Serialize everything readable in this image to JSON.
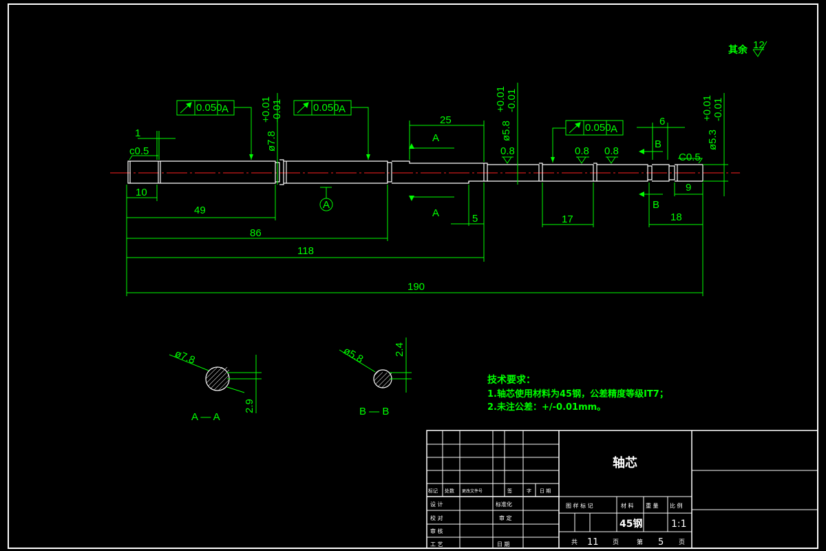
{
  "colors": {
    "background": "#000000",
    "outline": "#ffffff",
    "annotation": "#00ff00",
    "centerline": "#ff2020"
  },
  "icons": [
    "roughness-symbol-icon",
    "datum-symbol-icon",
    "runout-arrow-icon",
    "section-arrow-icon",
    "hatch-pattern-icon"
  ],
  "roughness_note": {
    "label": "其余",
    "value": "12"
  },
  "dimensions": {
    "chamfer_left": "c0.5",
    "width_1": "1",
    "len_10": "10",
    "len_49": "49",
    "len_86": "86",
    "len_118": "118",
    "len_190": "190",
    "len_25": "25",
    "len_5": "5",
    "len_17": "17",
    "len_18": "18",
    "len_9": "9",
    "len_6": "6",
    "chamfer_right": "C0.5",
    "dia_1": "ø7.8",
    "dia_1_tol_up": "+0.01",
    "dia_1_tol_down": "-0.01",
    "dia_2": "ø5.8",
    "dia_2_tol_up": "+0.01",
    "dia_2_tol_down": "-0.01",
    "dia_3": "ø5.3",
    "dia_3_tol_up": "+0.01",
    "dia_3_tol_down": "-0.01",
    "roughness_1": "0.8",
    "roughness_2": "0.8",
    "roughness_3": "0.8"
  },
  "tolerance_frames": [
    {
      "value": "0.050",
      "datum": "A"
    },
    {
      "value": "0.050",
      "datum": "A"
    },
    {
      "value": "0.050",
      "datum": "A"
    }
  ],
  "datum_label": "A",
  "section_markers": {
    "a_top": "A",
    "a_bottom": "A",
    "b_top": "B",
    "b_bottom": "B"
  },
  "sections": {
    "aa": {
      "diameter": "ø7.8",
      "depth": "2.9",
      "title": "A — A"
    },
    "bb": {
      "diameter": "ø5.8",
      "depth": "2.4",
      "title": "B — B"
    }
  },
  "tech_requirements": {
    "heading": "技术要求：",
    "line1": "1.轴芯使用材料为45钢，公差精度等级IT7；",
    "line2": "2.未注公差：+/-0.01mm。"
  },
  "title_block": {
    "part_name": "轴芯",
    "material": "45钢",
    "scale": "1:1",
    "total_label": "共",
    "total": "11",
    "total_unit": "页",
    "sheet_label": "第",
    "sheet": "5",
    "sheet_unit": "页",
    "h_biaoji": "标记",
    "h_chushu": "处数",
    "h_wenjian": "更改文件号",
    "h_qianzi": "签",
    "h_zi": "字",
    "h_riqi": "日 期",
    "r_sheji": "设 计",
    "r_biaozhun": "标准化",
    "r_jiaodui": "校 对",
    "r_shending": "审 定",
    "r_shenhe": "审 核",
    "r_gongyi": "工 艺",
    "r_riqi": "日 期",
    "c_tuyang": "图 样 标 记",
    "c_cailiao": "材 料",
    "c_zhongliang": "重 量",
    "c_bili": "比 例"
  }
}
